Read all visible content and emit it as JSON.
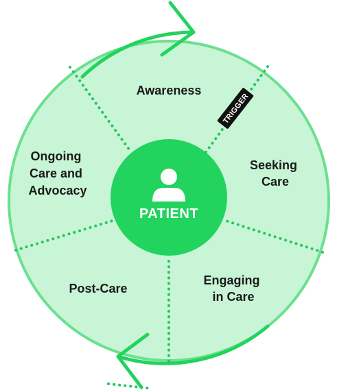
{
  "center": {
    "label": "PATIENT",
    "icon": "person-icon"
  },
  "trigger": {
    "label": "TRIGGER"
  },
  "segments": [
    {
      "id": "awareness",
      "lines": [
        "Awareness"
      ]
    },
    {
      "id": "seeking-care",
      "lines": [
        "Seeking",
        "Care"
      ]
    },
    {
      "id": "engaging-in-care",
      "lines": [
        "Engaging",
        "in Care"
      ]
    },
    {
      "id": "post-care",
      "lines": [
        "Post-Care"
      ]
    },
    {
      "id": "ongoing-care",
      "lines": [
        "Ongoing",
        "Care and",
        "Advocacy"
      ]
    }
  ],
  "colors": {
    "fill": "#c8f5d6",
    "ring": "#6be08f",
    "accent": "#22d35e",
    "dots": "#22c55e",
    "label": "#1a1a1a",
    "tag": "#111111"
  }
}
